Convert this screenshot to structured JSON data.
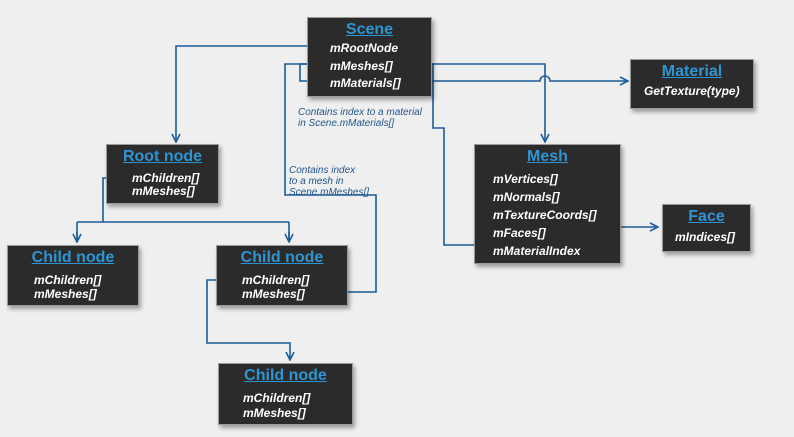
{
  "nodes": {
    "scene": {
      "title": "Scene",
      "fields": [
        "mRootNode",
        "mMeshes[]",
        "mMaterials[]"
      ]
    },
    "material": {
      "title": "Material",
      "fields": [
        "GetTexture(type)"
      ]
    },
    "root_node": {
      "title": "Root node",
      "fields": [
        "mChildren[]",
        "mMeshes[]"
      ]
    },
    "mesh": {
      "title": "Mesh",
      "fields": [
        "mVertices[]",
        "mNormals[]",
        "mTextureCoords[]",
        "mFaces[]",
        "mMaterialIndex"
      ]
    },
    "face": {
      "title": "Face",
      "fields": [
        "mIndices[]"
      ]
    },
    "child_node_left": {
      "title": "Child node",
      "fields": [
        "mChildren[]",
        "mMeshes[]"
      ]
    },
    "child_node_middle": {
      "title": "Child node",
      "fields": [
        "mChildren[]",
        "mMeshes[]"
      ]
    },
    "child_node_bottom": {
      "title": "Child node",
      "fields": [
        "mChildren[]",
        "mMeshes[]"
      ]
    }
  },
  "notes": {
    "material_index": [
      "Contains index to a material",
      "in Scene.mMaterials[]"
    ],
    "mesh_index": [
      "Contains index",
      "to a mesh in",
      "Scene.mMeshes[]"
    ]
  },
  "colors": {
    "background": "#efefef",
    "box": "#2b2b2b",
    "title": "#2e95d3",
    "connector": "#1c5c99",
    "note_text": "#24568c"
  }
}
